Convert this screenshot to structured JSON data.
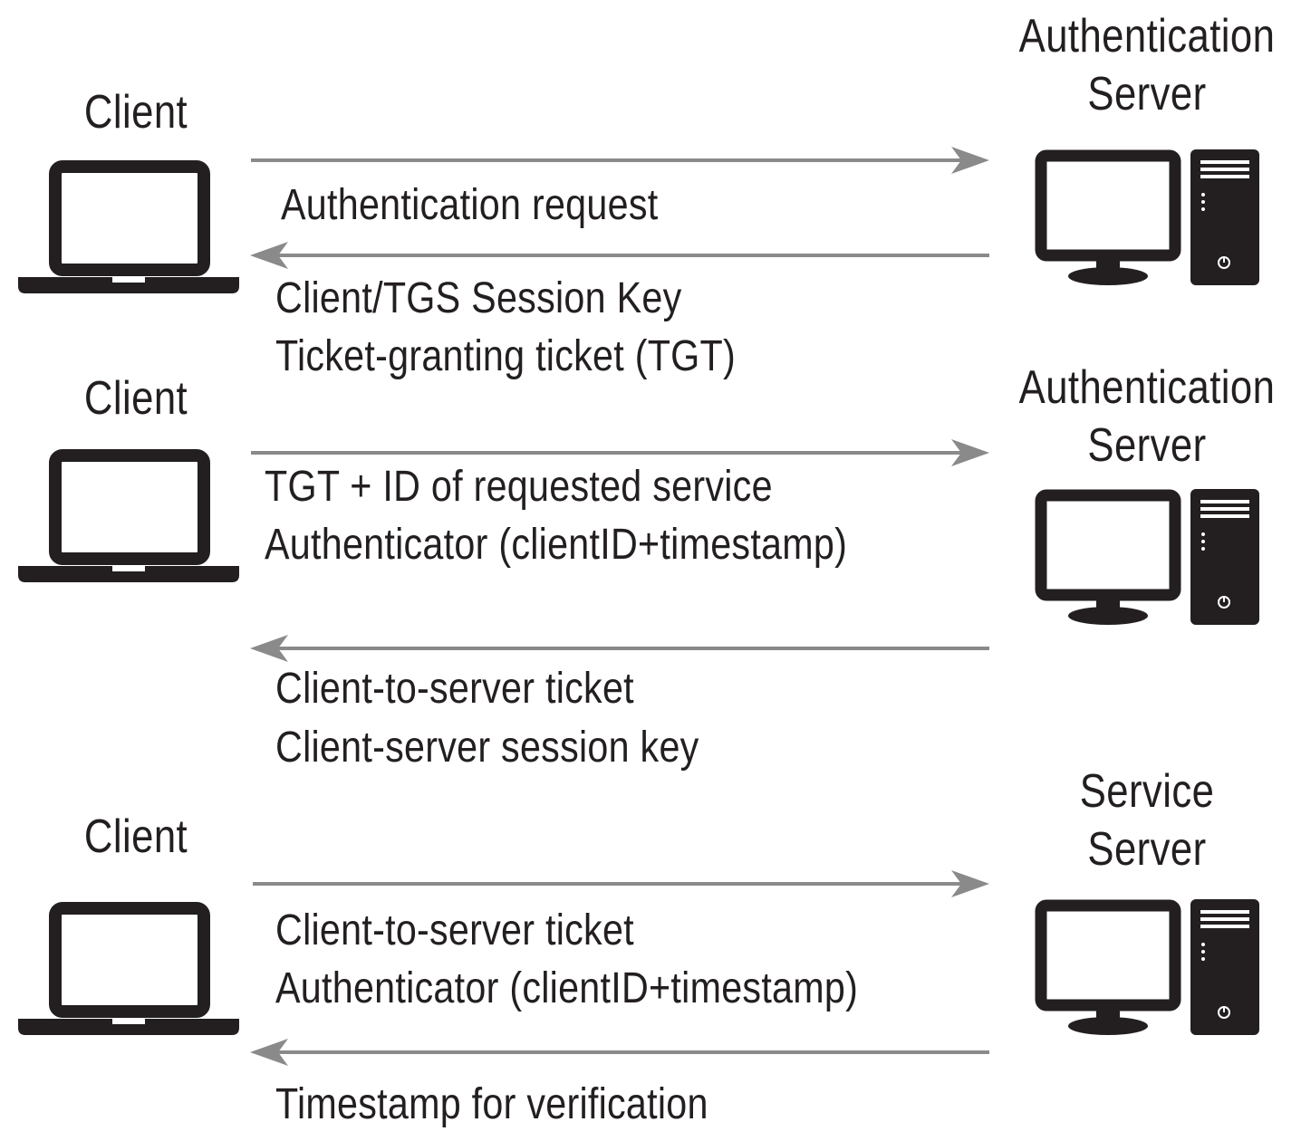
{
  "colors": {
    "ink": "#231f20",
    "arrow": "#8a8a8a",
    "background": "#ffffff"
  },
  "icons": {
    "client": "laptop-icon",
    "server": "desktop-tower-icon"
  },
  "steps": [
    {
      "client_label": "Client",
      "server_label": [
        "Authentication",
        "Server"
      ],
      "to_server": [
        "Authentication request"
      ],
      "to_client": [
        "Client/TGS Session Key",
        "Ticket-granting ticket (TGT)"
      ]
    },
    {
      "client_label": "Client",
      "server_label": [
        "Authentication",
        "Server"
      ],
      "to_server": [
        "TGT + ID of requested service",
        "Authenticator (clientID+timestamp)"
      ],
      "to_client": [
        "Client-to-server ticket",
        "Client-server session key"
      ]
    },
    {
      "client_label": "Client",
      "server_label": [
        "Service",
        "Server"
      ],
      "to_server": [
        "Client-to-server ticket",
        "Authenticator (clientID+timestamp)"
      ],
      "to_client": [
        "Timestamp for verification"
      ]
    }
  ]
}
